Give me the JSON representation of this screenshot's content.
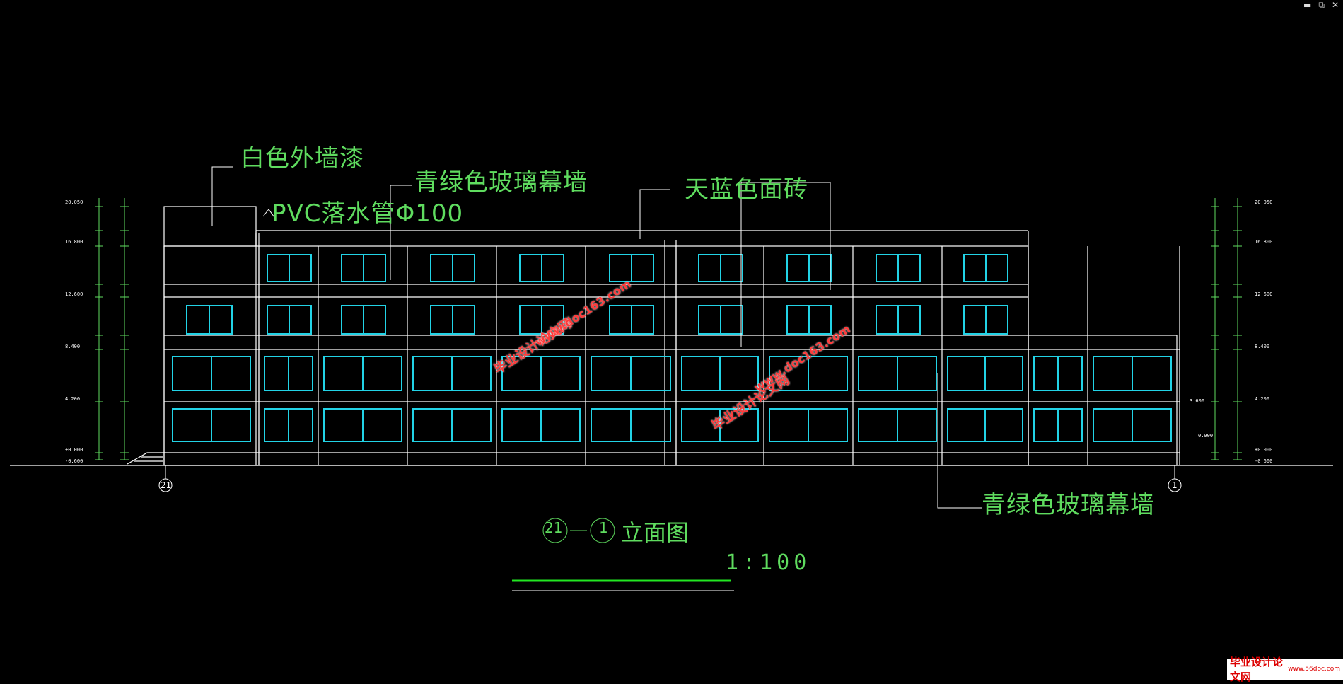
{
  "window_controls": {
    "minimize": "▬",
    "restore": "⧉",
    "close": "✕"
  },
  "annotations": {
    "white_wall_paint": "白色外墙漆",
    "pvc_drain_pipe": "PVC落水管Φ100",
    "green_glass_curtain_top": "青绿色玻璃幕墙",
    "sky_blue_tile": "天蓝色面砖",
    "green_glass_curtain_bottom": "青绿色玻璃幕墙"
  },
  "drawing": {
    "title_text": "立面图",
    "axis_start": "21",
    "axis_end": "1",
    "scale": "1:100"
  },
  "levels_left": [
    "20.050",
    "16.800",
    "12.600",
    "8.400",
    "4.200",
    "±0.000",
    "-0.600"
  ],
  "levels_right": [
    "20.050",
    "16.800",
    "12.600",
    "8.400",
    "4.200",
    "±0.000",
    "-0.600"
  ],
  "extra_levels": [
    "3.600",
    "0.900"
  ],
  "watermarks": [
    "毕业设计论文网",
    "www.doc163.com"
  ],
  "logo": {
    "name": "毕业设计论文网",
    "url": "www.56doc.com"
  },
  "colors": {
    "annotation": "#5fdc5f",
    "glass": "#22d3e6",
    "line": "#ffffff",
    "watermark": "#ff3b3b"
  }
}
